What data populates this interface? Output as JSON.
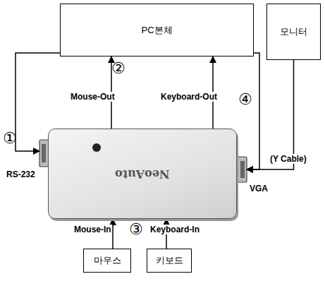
{
  "diagram": {
    "nodes": [
      {
        "text": [
          "PC본체"
        ]
      },
      {
        "text": [
          "모니터"
        ]
      },
      {
        "text": [
          "NeoAuto"
        ]
      },
      {
        "text": [
          "마우스"
        ]
      },
      {
        "text": [
          "키보드"
        ]
      }
    ],
    "edges": [
      {
        "from": 0,
        "to": 2,
        "arrow": "to"
      },
      {
        "from": 2,
        "to": 0,
        "arrow": "to"
      },
      {
        "from": 2,
        "to": 0,
        "arrow": "to"
      },
      {
        "from": 0,
        "to": 2,
        "arrow": "to"
      },
      {
        "from": 1,
        "to": 2,
        "arrow": "to"
      },
      {
        "from": 3,
        "to": 2,
        "arrow": "to"
      },
      {
        "from": 4,
        "to": 2,
        "arrow": "to"
      }
    ],
    "labels": [
      "①",
      "②",
      "③",
      "④",
      "Mouse-Out",
      "Keyboard-Out",
      "RS-232",
      "VGA",
      "(Y Cable)",
      "Mouse-In",
      "Keyboard-In"
    ]
  }
}
